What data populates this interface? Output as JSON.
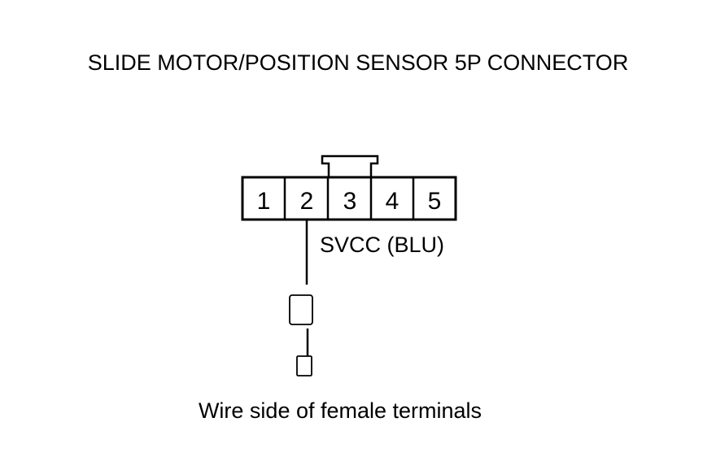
{
  "title": "SLIDE MOTOR/POSITION SENSOR 5P CONNECTOR",
  "connector": {
    "pins": [
      "1",
      "2",
      "3",
      "4",
      "5"
    ]
  },
  "wire": {
    "pin": "2",
    "label": "SVCC (BLU)"
  },
  "caption": "Wire side of female terminals",
  "colors": {
    "line": "#000000",
    "background": "#ffffff"
  }
}
